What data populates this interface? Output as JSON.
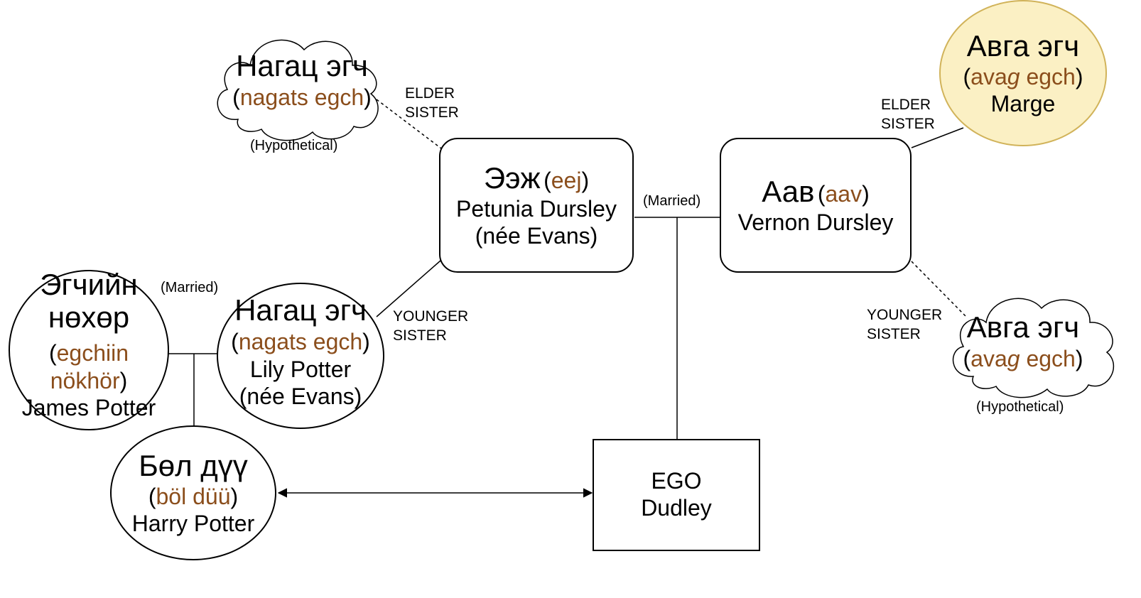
{
  "colors": {
    "romanization": "#8b4e1c",
    "highlight_fill": "#fbf0c4",
    "highlight_stroke": "#d1b35a"
  },
  "nodes": {
    "mother": {
      "mongolian": "Ээж",
      "romanization": "eej",
      "name": "Petunia Dursley",
      "note": "(née Evans)"
    },
    "father": {
      "mongolian": "Аав",
      "romanization": "aav",
      "name": "Vernon Dursley"
    },
    "paternal_elder_aunt": {
      "mongolian": "Авга эгч",
      "romanization_pre": "ava",
      "romanization_italic": "g",
      "romanization_post": " egch",
      "name": "Marge"
    },
    "maternal_elder_aunt": {
      "mongolian": "Нагац эгч",
      "romanization": "nagats egch",
      "note": "(Hypothetical)"
    },
    "paternal_younger_aunt": {
      "mongolian": "Авга эгч",
      "romanization_pre": "ava",
      "romanization_italic": "g",
      "romanization_post": " egch",
      "note": "(Hypothetical)"
    },
    "maternal_younger_aunt": {
      "mongolian": "Нагац эгч",
      "romanization": "nagats egch",
      "name": "Lily Potter",
      "note": "(née Evans)"
    },
    "uncle_by_marriage": {
      "mongolian_line1": "Эгчийн",
      "mongolian_line2": "нөхөр",
      "romanization_line1": "egchiin",
      "romanization_line2": "nökhör",
      "name": "James Potter"
    },
    "cousin": {
      "mongolian": "Бөл дүү",
      "romanization": "böl düü",
      "name": "Harry Potter"
    },
    "ego": {
      "label": "EGO",
      "name": "Dudley"
    }
  },
  "relations": {
    "elder_sister_left": [
      "ELDER",
      "SISTER"
    ],
    "elder_sister_right": [
      "ELDER",
      "SISTER"
    ],
    "younger_sister_left": [
      "YOUNGER",
      "SISTER"
    ],
    "younger_sister_right": [
      "YOUNGER",
      "SISTER"
    ],
    "married_center": "(Married)",
    "married_left": "(Married)"
  },
  "punctuation": {
    "open": "(",
    "close": ")"
  }
}
